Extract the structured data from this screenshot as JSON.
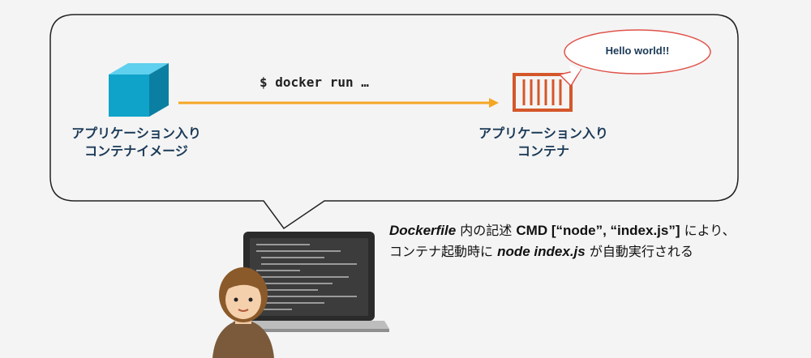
{
  "diagram": {
    "command": "$ docker run …",
    "image_label": [
      "アプリケーション入り",
      "コンテナイメージ"
    ],
    "container_label": [
      "アプリケーション入り",
      "コンテナ"
    ],
    "speech_bubble": "Hello world!!",
    "caption": {
      "line1": {
        "part1": "Dockerfile",
        "part2": " 内の記述 ",
        "part3": "CMD [“node”, “index.js”]",
        "part4": " により、"
      },
      "line2": {
        "part1": "コンテナ起動時に ",
        "part2": "node index.js",
        "part3": " が自動実行される"
      }
    }
  },
  "icons": {
    "image": "cube-icon",
    "container": "shipping-container-icon",
    "user": "developer-avatar-icon",
    "laptop": "laptop-terminal-icon"
  },
  "colors": {
    "background": "#f4f4f4",
    "arrow": "#f5a623",
    "cube_front": "#0fa3c9",
    "cube_top": "#5fd0ee",
    "cube_side": "#0b7fa1",
    "container": "#d4572b",
    "label_text": "#1b3a57",
    "bubble_border": "#e0534a"
  }
}
